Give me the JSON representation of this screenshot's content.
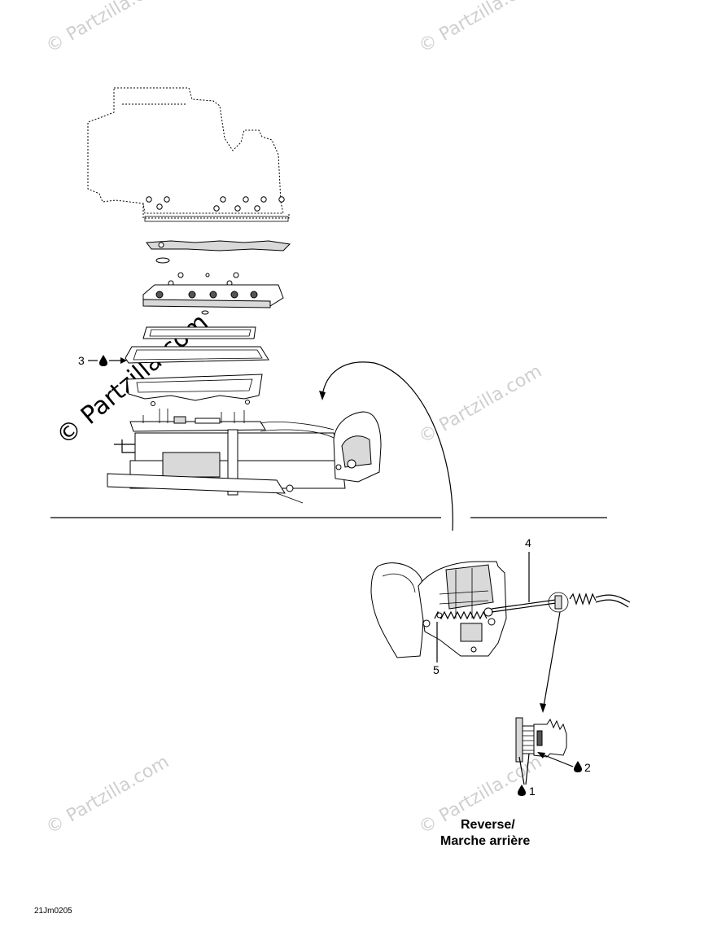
{
  "watermark": {
    "text": "© Partzilla.com",
    "color": "#cfcfcf"
  },
  "callouts": {
    "c1": "1",
    "c2": "2",
    "c3": "3",
    "c4": "4",
    "c5": "5"
  },
  "caption": {
    "line1": "Reverse/",
    "line2": "Marche arrière"
  },
  "drawing_code": "21Jm0205",
  "icons": {
    "adhesive": "drop-icon"
  }
}
